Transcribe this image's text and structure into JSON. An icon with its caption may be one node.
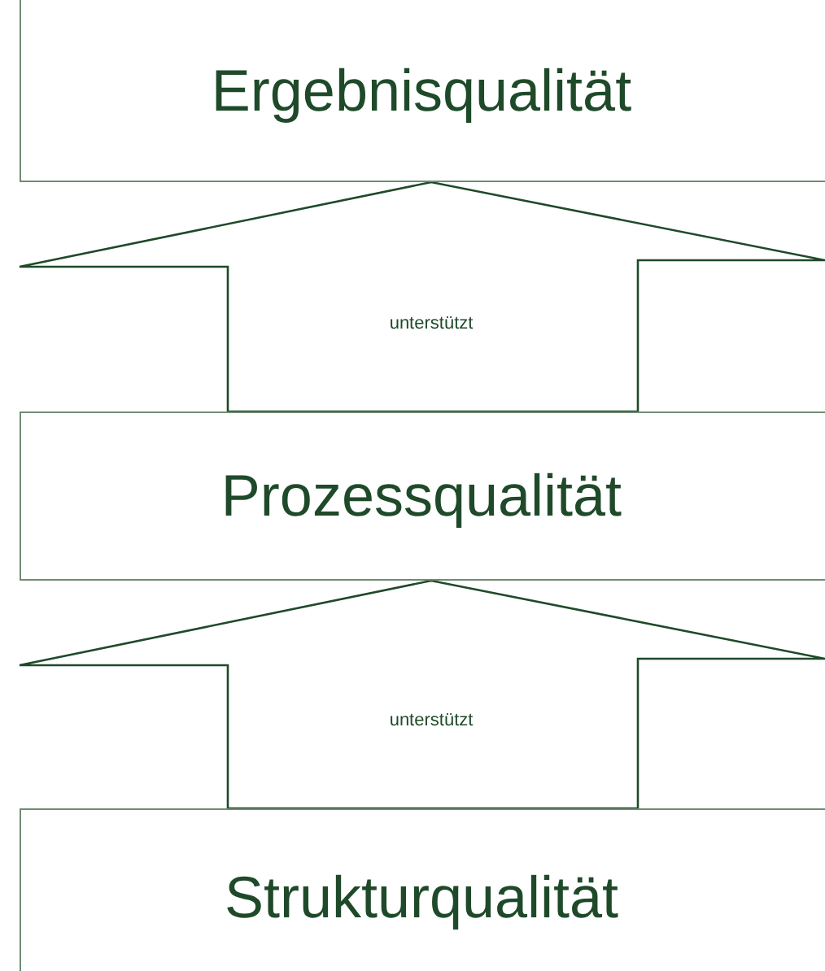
{
  "diagram": {
    "nodes": [
      {
        "text": [
          "Ergebnisqualität"
        ]
      },
      {
        "text": [
          "Prozessqualität"
        ]
      },
      {
        "text": [
          "Strukturqualität"
        ]
      }
    ],
    "edges": [
      {
        "from": 1,
        "to": 0,
        "arrow": "to",
        "label": "unterstützt"
      },
      {
        "from": 2,
        "to": 1,
        "arrow": "to",
        "label": "unterstützt"
      }
    ]
  }
}
